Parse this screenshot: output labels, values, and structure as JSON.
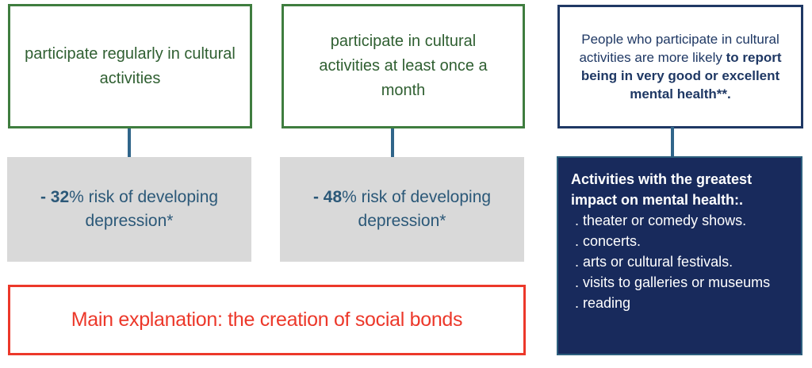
{
  "colors": {
    "green_border": "#3f7d3f",
    "green_text": "#2f5f31",
    "navy": "#1f3864",
    "navy_fill": "#182a5c",
    "navy_box_border": "#2d5f7e",
    "steel": "#30658a",
    "gray_fill": "#d9d9d9",
    "gray_text": "#2b5878",
    "red": "#ec382a",
    "white": "#ffffff"
  },
  "diagram": {
    "col1": {
      "condition": "participate regularly in cultural activities",
      "stat_bold": "- 32",
      "stat_rest": "% risk of developing depression*"
    },
    "col2": {
      "condition": "participate in cultural activities at least once a month",
      "stat_bold": "- 48",
      "stat_rest": "% risk of developing depression*"
    },
    "col3": {
      "statement_regular": "People who participate in cultural activities are more likely ",
      "statement_bold": "to report being in very good or excellent mental health**.",
      "activities_heading": "Activities with the greatest impact on mental health:.",
      "activities": [
        " . theater or comedy shows.",
        " . concerts.",
        " . arts or cultural festivals.",
        " . visits to galleries or museums",
        " . reading"
      ]
    },
    "conclusion": "Main explanation: the creation of social bonds"
  }
}
